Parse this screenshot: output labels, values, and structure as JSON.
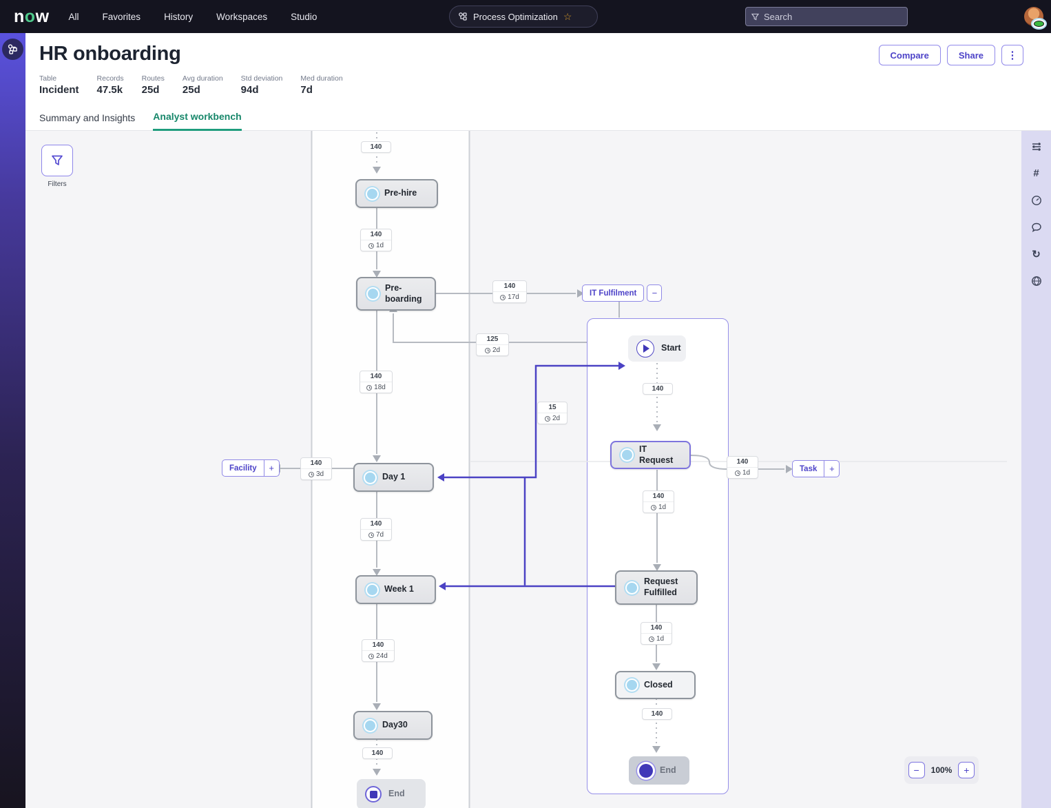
{
  "nav": {
    "logo": "now",
    "items": [
      "All",
      "Favorites",
      "History",
      "Workspaces",
      "Studio"
    ],
    "app_pill": "Process Optimization",
    "search_placeholder": "Search"
  },
  "header": {
    "title": "HR onboarding",
    "stats": [
      {
        "label": "Table",
        "value": "Incident"
      },
      {
        "label": "Records",
        "value": "47.5k"
      },
      {
        "label": "Routes",
        "value": "25d"
      },
      {
        "label": "Avg duration",
        "value": "25d"
      },
      {
        "label": "Std deviation",
        "value": "94d"
      },
      {
        "label": "Med duration",
        "value": "7d"
      }
    ],
    "actions": {
      "compare": "Compare",
      "share": "Share",
      "more": "⋮"
    }
  },
  "tabs": [
    {
      "label": "Summary and Insights",
      "active": false
    },
    {
      "label": "Analyst workbench",
      "active": true
    }
  ],
  "toolbar": {
    "filters_label": "Filters"
  },
  "icons": {
    "star": "☆",
    "hash": "#",
    "history": "↻"
  },
  "map": {
    "nodes": {
      "pre_hire": "Pre-hire",
      "pre_boarding": "Pre-boarding",
      "day1": "Day 1",
      "week1": "Week 1",
      "day30": "Day30",
      "end_main": "End",
      "start": "Start",
      "it_request": "IT Request",
      "request_fulfilled": "Request Fulfilled",
      "closed": "Closed",
      "end_sub": "End"
    },
    "pills": {
      "it_fulfilment": "IT Fulfilment",
      "facility": "Facility",
      "task": "Task",
      "collapse": "−",
      "expand": "+"
    },
    "edge_labels": [
      {
        "count": "140",
        "duration": ""
      },
      {
        "count": "140",
        "duration": "1d"
      },
      {
        "count": "140",
        "duration": "17d"
      },
      {
        "count": "125",
        "duration": "2d"
      },
      {
        "count": "140",
        "duration": "18d"
      },
      {
        "count": "15",
        "duration": "2d"
      },
      {
        "count": "140",
        "duration": "3d"
      },
      {
        "count": "140",
        "duration": "7d"
      },
      {
        "count": "140",
        "duration": "24d"
      },
      {
        "count": "140",
        "duration": ""
      },
      {
        "count": "140",
        "duration": ""
      },
      {
        "count": "140",
        "duration": "1d"
      },
      {
        "count": "140",
        "duration": "1d"
      },
      {
        "count": "140",
        "duration": "1d"
      },
      {
        "count": "140",
        "duration": ""
      }
    ]
  },
  "zoom_control": {
    "minus": "−",
    "level": "100%",
    "plus": "+"
  },
  "colors": {
    "accent_purple": "#4d43c8",
    "route_highlight": "#4b42c4",
    "tab_active_green": "#1f9d7d",
    "milestone_blue": "#a6d7f0"
  }
}
